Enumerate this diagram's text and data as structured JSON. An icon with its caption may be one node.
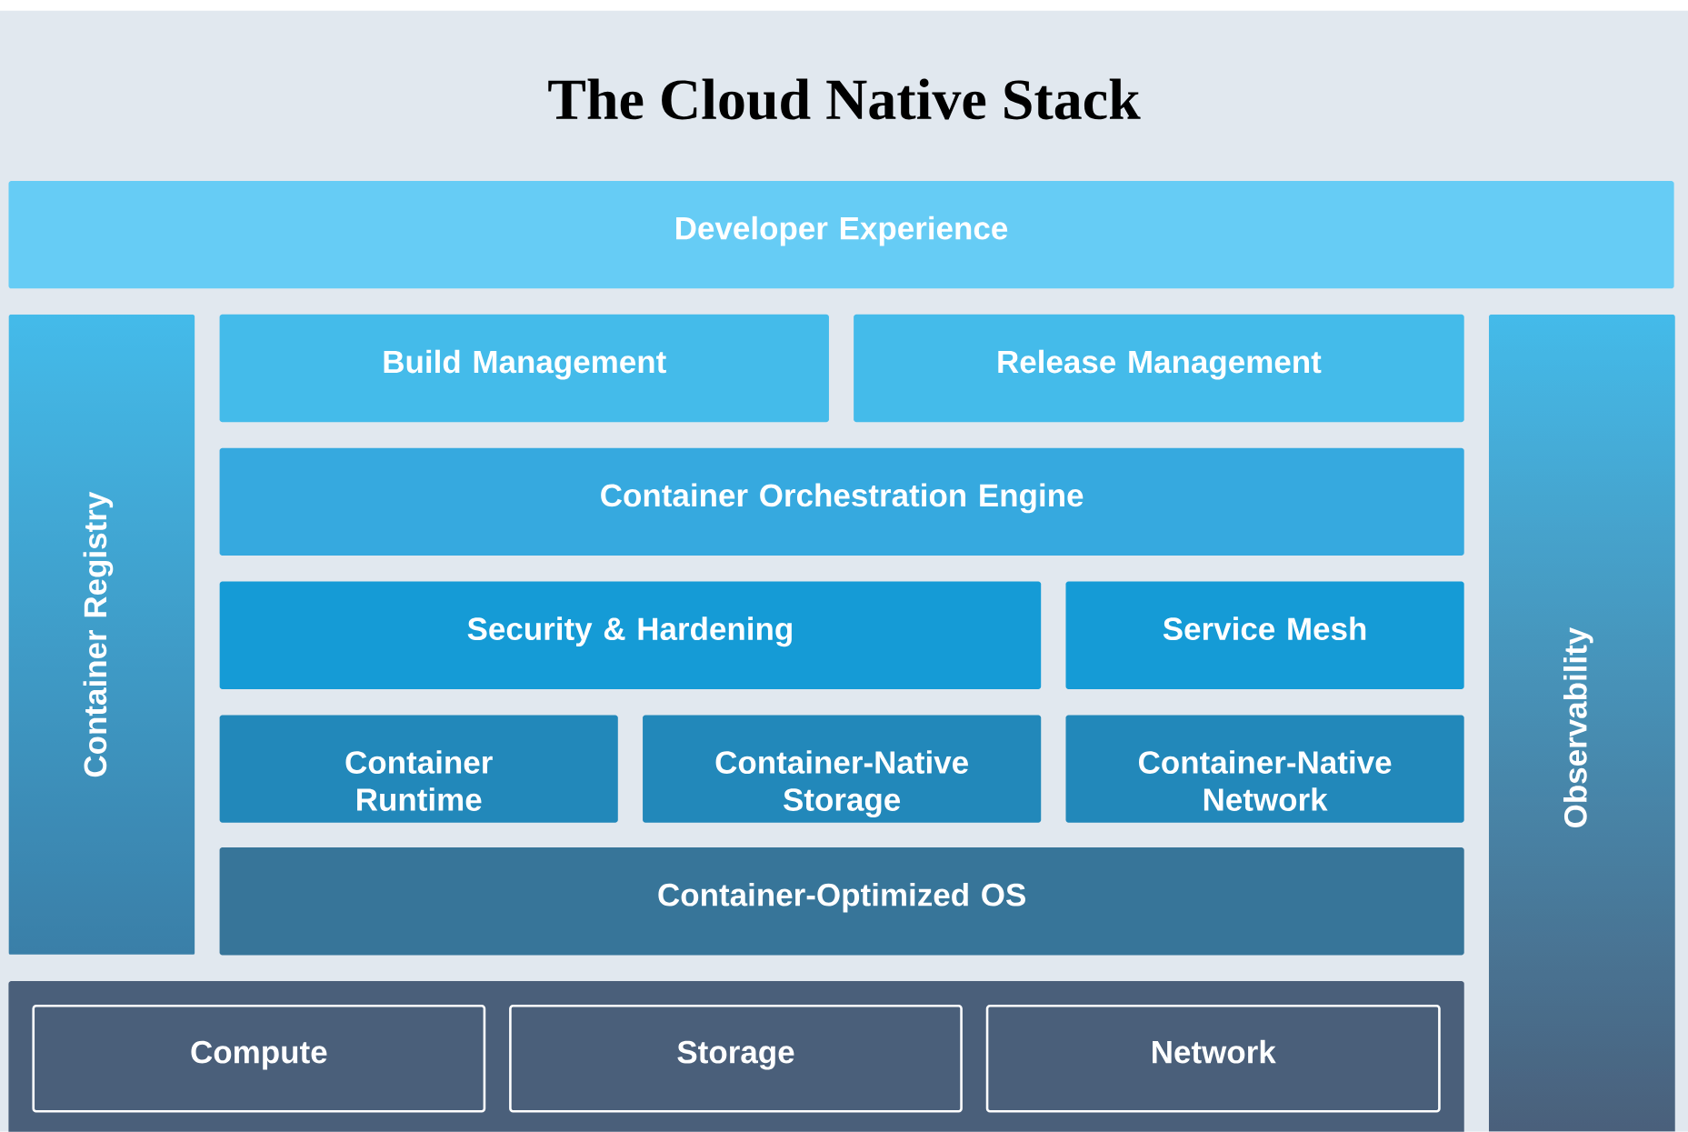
{
  "diagram": {
    "title": "The Cloud Native Stack",
    "nodes": [
      {
        "text": [
          "Developer Experience"
        ]
      },
      {
        "text": [
          "Container Registry"
        ]
      },
      {
        "text": [
          "Observability"
        ]
      },
      {
        "text": [
          "Build Management"
        ]
      },
      {
        "text": [
          "Release Management"
        ]
      },
      {
        "text": [
          "Container Orchestration Engine"
        ]
      },
      {
        "text": [
          "Security & Hardening"
        ]
      },
      {
        "text": [
          "Service Mesh"
        ]
      },
      {
        "text": [
          "Container Runtime"
        ]
      },
      {
        "text": [
          "Container-Native Storage"
        ]
      },
      {
        "text": [
          "Container-Native Network"
        ]
      },
      {
        "text": [
          "Container-Optimized OS"
        ]
      },
      {
        "text": [],
        "shape": "box"
      },
      {
        "text": [
          "Compute"
        ],
        "in": 12
      },
      {
        "text": [
          "Storage"
        ],
        "in": 12
      },
      {
        "text": [
          "Network"
        ],
        "in": 12
      }
    ]
  }
}
